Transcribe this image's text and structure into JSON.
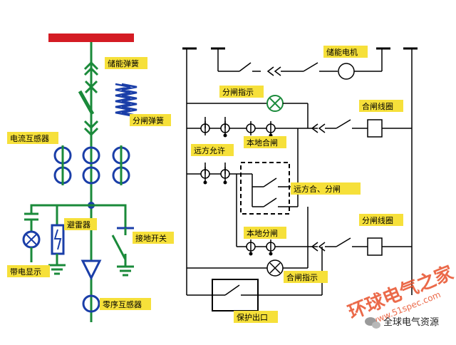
{
  "colors": {
    "busbar": "#d41c24",
    "green": "#1a8a3a",
    "blue": "#1a3ea8",
    "label_bg": "#f6e03a",
    "watermark_red": "#e8502a",
    "black": "#000000"
  },
  "primary_labels": {
    "energy_spring": "储能弹簧",
    "trip_spring": "分闸弹簧",
    "current_transformer": "电流互感器",
    "arrester": "避雷器",
    "earthing_switch": "接地开关",
    "live_display": "带电显示",
    "zero_sequence_ct": "零序互感器"
  },
  "control_labels": {
    "energy_motor": "储能电机",
    "open_indicator": "分闸指示",
    "close_coil": "合闸线圈",
    "remote_permit": "远方允许",
    "local_close": "本地合闸",
    "remote_close_open": "远方合、分闸",
    "local_open": "本地分闸",
    "trip_coil": "分闸线圈",
    "close_indicator": "合闸指示",
    "protection_output": "保护出口"
  },
  "watermark": {
    "main": "环球电气之家",
    "url": "www.51spec.com",
    "wechat": "全球电气资源"
  },
  "icons": [
    "wechat-icon",
    "circuit-breaker-symbol",
    "lamp-symbol",
    "coil-symbol",
    "motor-symbol",
    "switch-contact-symbol",
    "ground-symbol"
  ]
}
